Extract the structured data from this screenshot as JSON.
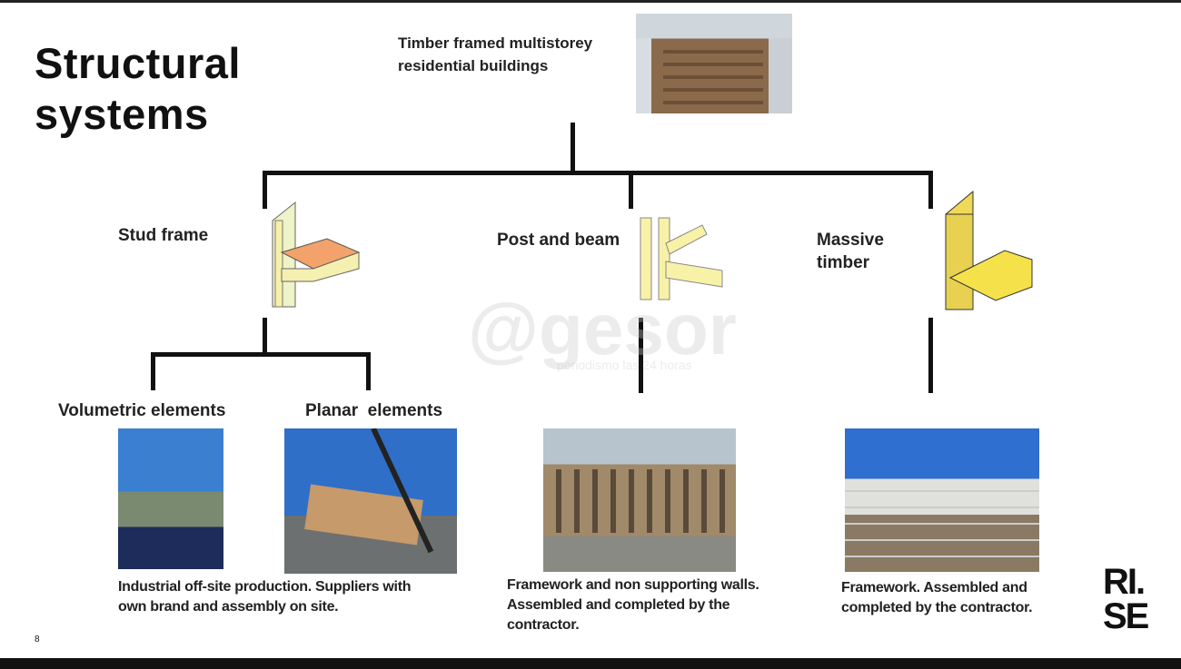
{
  "title": "Structural systems",
  "root_label": "Timber framed multistorey residential buildings",
  "systems": [
    {
      "label": "Stud frame"
    },
    {
      "label": "Post and beam",
      "description": "Framework and non supporting walls. Assembled and completed by the contractor."
    },
    {
      "label": "Massive timber",
      "description": "Framework. Assembled and completed by the contractor."
    }
  ],
  "stud_children": [
    {
      "label": "Volumetric elements"
    },
    {
      "label": "Planar  elements"
    }
  ],
  "stud_description": "Industrial off-site production. Suppliers with own brand and assembly on site.",
  "logo": "RI. SE",
  "page_number": "8",
  "watermark": {
    "main": "@gesor",
    "sub": "periodismo las 24 horas"
  }
}
